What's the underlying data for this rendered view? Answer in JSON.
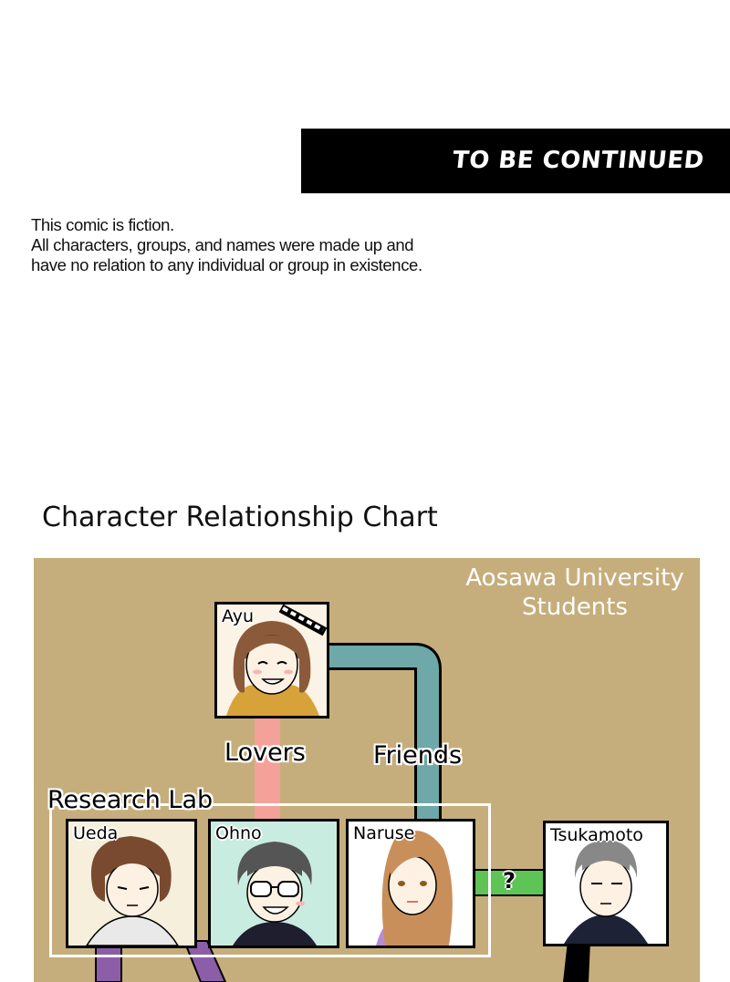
{
  "banner": {
    "text": "TO BE CONTINUED"
  },
  "disclaimer": {
    "lines": [
      "This comic is fiction.",
      "All characters, groups, and names were made up and",
      "have no relation to any individual or group in existence."
    ]
  },
  "chart": {
    "title": "Character Relationship Chart",
    "group_title_lines": [
      "Aosawa University",
      "Students"
    ],
    "lab_label": "Research Lab",
    "relations": {
      "lovers": "Lovers",
      "friends": "Friends",
      "unknown": "?"
    },
    "characters": {
      "ayu": "Ayu",
      "ueda": "Ueda",
      "ohno": "Ohno",
      "naruse": "Naruse",
      "tsukamoto": "Tsukamoto"
    },
    "colors": {
      "panel": "#c6ae7c",
      "lovers": "#f4a19a",
      "friends": "#6ea8a8",
      "unknown": "#5dc455",
      "lab_links": "#8c5ea8"
    }
  }
}
